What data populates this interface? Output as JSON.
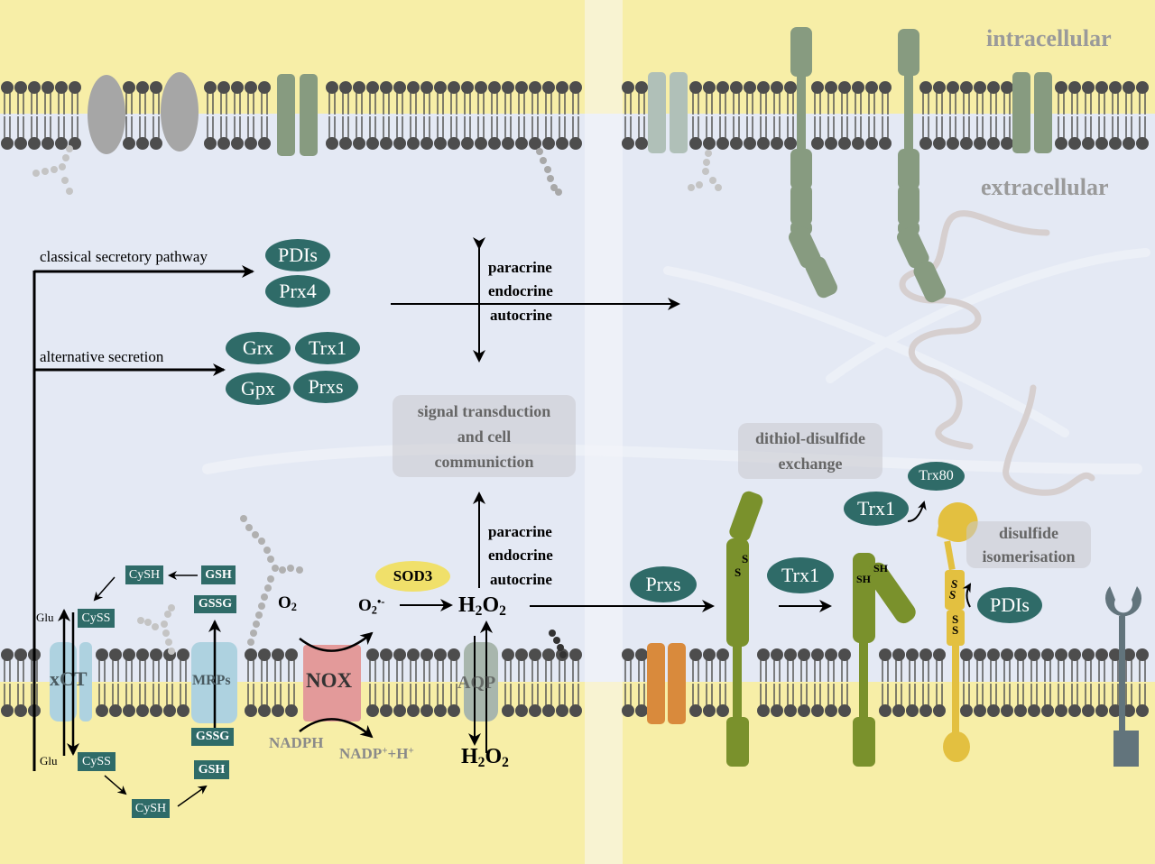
{
  "colors": {
    "intracellular_bg": "#f7eea7",
    "extracellular_bg": "#e4e9f4",
    "divider_strip": "#f6f4de",
    "lipid_head": "#4d4d4d",
    "teal_protein": "#2f6b68",
    "sage_protein": "#879b80",
    "olive_protein": "#7a912c",
    "yellow_protein": "#e3c040",
    "orange_channel": "#d98a3c",
    "slate_receptor": "#62747c",
    "nox_pink": "#e39a9a",
    "xct_blue": "#aed2e0",
    "sod3_yellow": "#f0e06a"
  },
  "region_labels": {
    "intracellular": "intracellular",
    "extracellular": "extracellular"
  },
  "secretion": {
    "classical": "classical secretory pathway",
    "alternative": "alternative secretion",
    "classical_proteins": [
      "PDIs",
      "Prx4"
    ],
    "alternative_proteins": [
      "Grx",
      "Trx1",
      "Gpx",
      "Prxs"
    ]
  },
  "signaling_top": [
    "paracrine",
    "endocrine",
    "autocrine"
  ],
  "signaling_bottom": [
    "paracrine",
    "endocrine",
    "autocrine"
  ],
  "signal_box": [
    "signal transduction",
    "and cell",
    "communiction"
  ],
  "transporters": {
    "xct": "xCT",
    "mrps": "MRPs",
    "nox": "NOX",
    "aqp": "AQP"
  },
  "glutathione": {
    "glu_top": "Glu",
    "glu_bottom": "Glu",
    "cyss_out": "CySS",
    "cysh_out": "CySH",
    "gsh_out": "GSH",
    "gssg_out": "GSSG",
    "gssg_in": "GSSG",
    "gsh_in": "GSH",
    "cyss_in": "CySS",
    "cysh_in": "CySH"
  },
  "ros": {
    "o2": "O",
    "o2_sub": "2",
    "superoxide": "O",
    "superoxide_sub": "2",
    "superoxide_sup": "•-",
    "sod3": "SOD3",
    "h2o2_out_h": "H",
    "h2o2_out_2a": "2",
    "h2o2_out_o": "O",
    "h2o2_out_2b": "2",
    "nadph": "NADPH",
    "nadp": "NADP",
    "nadp_sup": "+",
    "nadp_h": "+H",
    "nadp_h_sup": "+"
  },
  "thiol": {
    "dithiol_box": [
      "dithiol-disulfide",
      "exchange"
    ],
    "isomer_box": [
      "disulfide",
      "isomerisation"
    ],
    "prxs": "Prxs",
    "trx1_a": "Trx1",
    "trx1_b": "Trx1",
    "trx80": "Trx80",
    "pdis": "PDIs",
    "s_a": "S",
    "s_b": "S",
    "sh_a": "SH",
    "sh_b": "SH",
    "ss_a": "SS",
    "ss_b": "SS"
  }
}
